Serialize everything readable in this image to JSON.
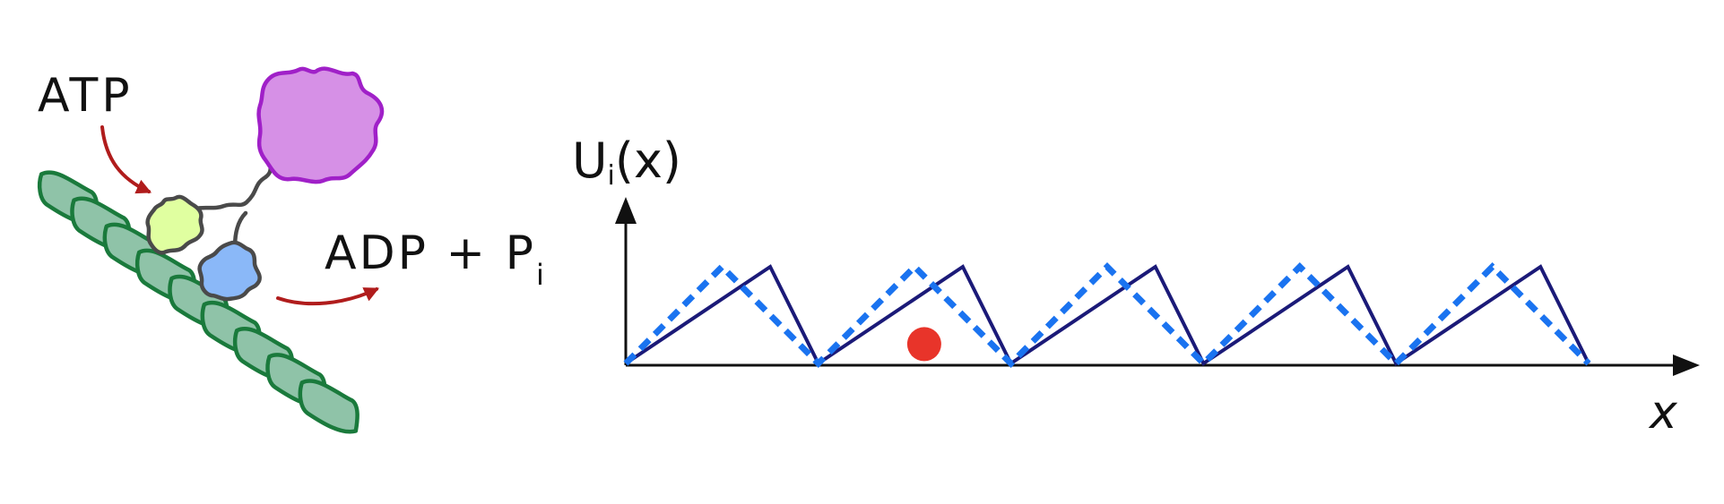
{
  "labels": {
    "atp": "ATP",
    "adp": "ADP + P",
    "adp_subscript": "i",
    "potential_main": "U",
    "potential_sub": "i",
    "potential_arg": "(x)",
    "x_axis": "x"
  },
  "colors": {
    "filament_fill": "#8fc3a8",
    "filament_stroke": "#1a7a3c",
    "head_green_fill": "#e0ffa0",
    "head_blue_fill": "#8ab8f8",
    "head_stroke": "#4a4a4a",
    "cargo_fill": "#d690e6",
    "cargo_stroke": "#a020c8",
    "reaction_arrow": "#b01c1c",
    "potential_solid": "#1b1a78",
    "potential_dashed": "#1a73f0",
    "particle": "#e8342a",
    "axis": "#111111"
  },
  "icons": {
    "motor": "kinesin-motor-icon",
    "cargo": "cargo-blob-icon",
    "filament": "microtubule-filament-icon",
    "particle": "brownian-particle-icon"
  },
  "chart_data": {
    "type": "line",
    "title": "",
    "ylabel": "U_i(x)",
    "xlabel": "x",
    "periods": 5,
    "series": [
      {
        "style": "solid",
        "x": [
          0,
          0.75,
          1,
          1.75,
          2,
          2.75,
          3,
          3.75,
          4,
          4.75,
          5
        ],
        "y": [
          0,
          1,
          0,
          1,
          0,
          1,
          0,
          1,
          0,
          1,
          0
        ]
      },
      {
        "style": "dashed",
        "x": [
          0,
          0.5,
          1,
          1.5,
          2,
          2.5,
          3,
          3.5,
          4,
          4.5,
          5
        ],
        "y": [
          0,
          1,
          0,
          1,
          0,
          1,
          0,
          1,
          0,
          1,
          0
        ]
      }
    ],
    "points": [
      {
        "x": 1.55,
        "y": 0.2
      }
    ],
    "xlim": [
      0,
      5
    ],
    "ylim": [
      0,
      1
    ],
    "grid": false
  }
}
